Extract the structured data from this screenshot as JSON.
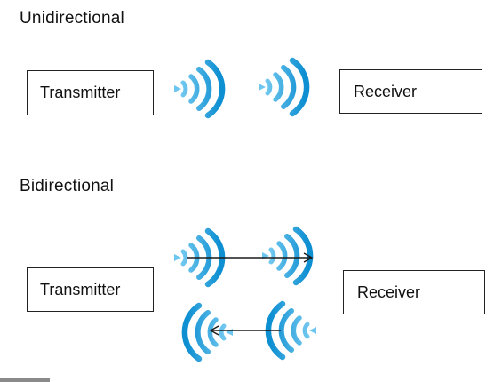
{
  "unidirectional": {
    "heading": "Unidirectional",
    "transmitter_label": "Transmitter",
    "receiver_label": "Receiver",
    "wave_icons": [
      "wireless-signal-right-icon",
      "wireless-signal-right-icon"
    ]
  },
  "bidirectional": {
    "heading": "Bidirectional",
    "transmitter_label": "Transmitter",
    "receiver_label": "Receiver",
    "forward_wave_icons": [
      "wireless-signal-right-icon",
      "wireless-signal-right-icon"
    ],
    "return_wave_icons": [
      "wireless-signal-left-icon",
      "wireless-signal-left-icon"
    ],
    "arrows": [
      "arrow-right-icon",
      "arrow-left-icon"
    ]
  },
  "colors": {
    "signal_light": "#7ed0f3",
    "signal_dark": "#0e8fd2",
    "arrow": "#1a1a1a",
    "box_border": "#222222",
    "text": "#111111"
  }
}
